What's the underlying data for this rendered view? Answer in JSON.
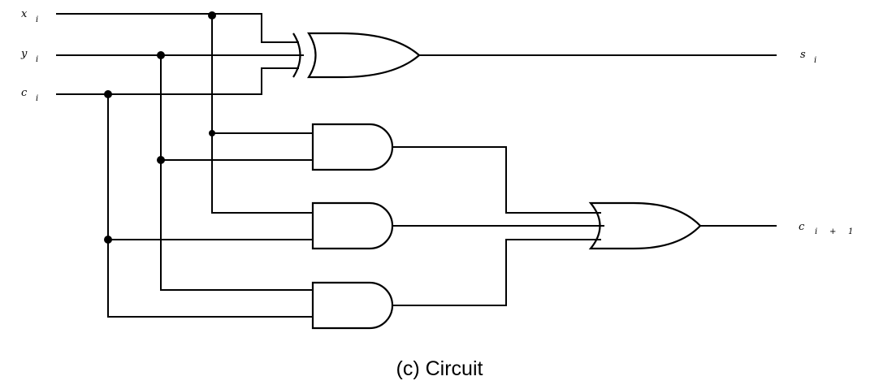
{
  "inputs": {
    "x": {
      "letter": "x",
      "sub": "i"
    },
    "y": {
      "letter": "y",
      "sub": "i"
    },
    "c": {
      "letter": "c",
      "sub": "i"
    }
  },
  "outputs": {
    "s": {
      "letter": "s",
      "sub": "i"
    },
    "cout": {
      "letter": "c",
      "sub_i": "i",
      "sub_plus": "+",
      "sub_one": "1"
    }
  },
  "caption": "(c) Circuit"
}
